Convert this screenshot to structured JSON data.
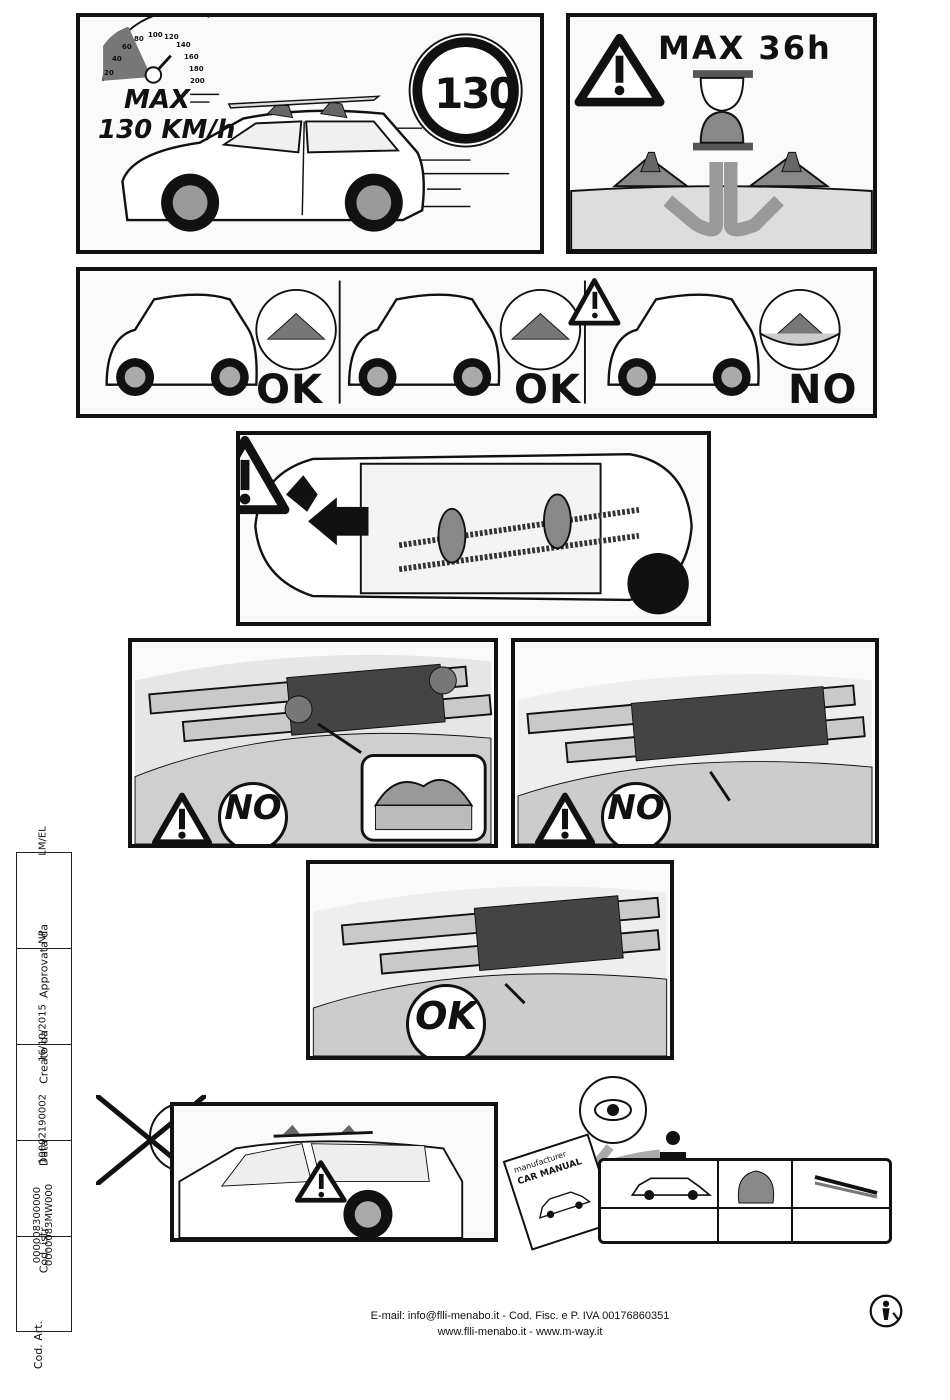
{
  "speed_panel": {
    "max_label": "MAX",
    "speed_label": "130 KM/h",
    "sign_value": "130",
    "gauge_ticks": [
      "20",
      "40",
      "60",
      "80",
      "100",
      "120",
      "140",
      "160",
      "180",
      "200"
    ]
  },
  "time_panel": {
    "title": "MAX 36h"
  },
  "check_panel": {
    "labels": [
      "OK",
      "OK",
      "NO"
    ]
  },
  "mount_panels": {
    "left_label": "NO",
    "right_label": "NO",
    "bottom_label": "OK"
  },
  "manual": {
    "line1": "manufacturer",
    "line2": "CAR MANUAL"
  },
  "meta": {
    "headers": [
      "Cod. Art.",
      "Cod. istr.",
      "Data",
      "Creato da",
      "Approvata da"
    ],
    "values": [
      "000008300000\n0000083MW000",
      "10002190002",
      "16/10/2015",
      "NP",
      "LM/EL"
    ]
  },
  "footer": {
    "line1": "E-mail: info@flli-menabo.it - Cod. Fisc. e P. IVA 00176860351",
    "line2": "www.flli-menabo.it - www.m-way.it"
  },
  "colors": {
    "ink": "#111111",
    "red": "#cc2a2a",
    "grey": "#bdbdbd",
    "dark": "#3a3a3a"
  }
}
